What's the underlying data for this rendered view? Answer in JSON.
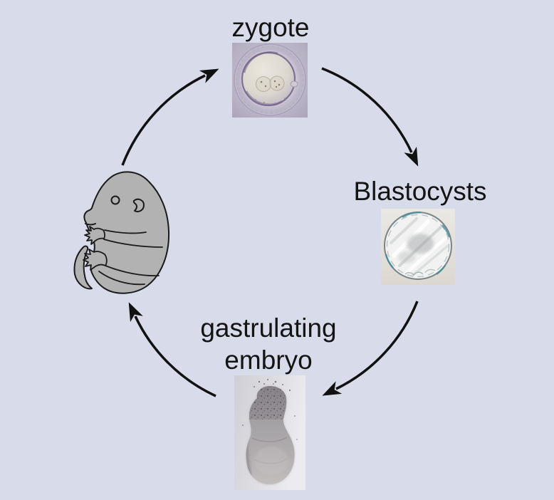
{
  "diagram": {
    "type": "cycle",
    "direction": "clockwise"
  },
  "labels": {
    "zygote": "zygote",
    "blastocysts": "Blastocysts",
    "gastrulating_line1": "gastrulating",
    "gastrulating_line2": "embryo"
  },
  "nodes": [
    {
      "id": "zygote",
      "label": "zygote",
      "kind": "micrograph-photo"
    },
    {
      "id": "blastocyst",
      "label": "Blastocysts",
      "kind": "micrograph-photo"
    },
    {
      "id": "gastrulating-embryo",
      "label": "gastrulating embryo",
      "kind": "micrograph-photo"
    },
    {
      "id": "mouse-embryo-drawing",
      "label": "",
      "kind": "line-drawing"
    }
  ],
  "arrows": [
    {
      "from": "mouse-embryo-drawing",
      "to": "zygote"
    },
    {
      "from": "zygote",
      "to": "blastocyst"
    },
    {
      "from": "blastocyst",
      "to": "gastrulating-embryo"
    },
    {
      "from": "gastrulating-embryo",
      "to": "mouse-embryo-drawing"
    }
  ],
  "colors": {
    "background": "#d8dbe9",
    "text": "#141414",
    "arrow": "#111111",
    "drawing_fill": "#b2b2b2",
    "drawing_outline": "#1a1a1a",
    "zygote_photo_bg": "#b3aec1",
    "blastocyst_photo_bg": "#e7e5e0",
    "gastrula_photo_bg": "#d9d8dd"
  }
}
